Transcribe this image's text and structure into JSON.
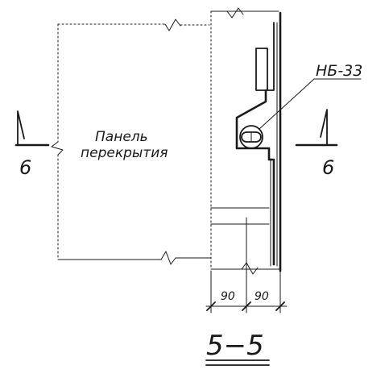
{
  "drawing": {
    "panel_label_line1": "Панель",
    "panel_label_line2": "перекрытия",
    "mark_label": "НБ-33",
    "section_left": "6",
    "section_right": "6",
    "dim_left": "90",
    "dim_right": "90",
    "title": "5−5"
  }
}
